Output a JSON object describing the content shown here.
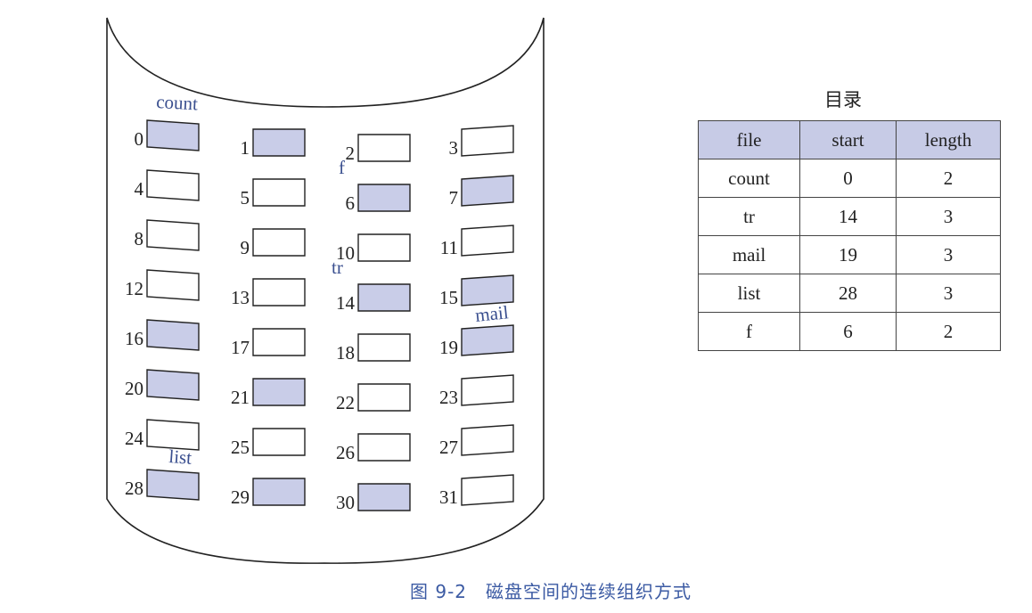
{
  "colors": {
    "allocated": "#c9cde8",
    "free": "#ffffff",
    "stroke": "#222222",
    "label": "#3a4f8f",
    "caption": "#3b5aa3"
  },
  "blocks": [
    {
      "n": "0",
      "allocated": true
    },
    {
      "n": "1",
      "allocated": true
    },
    {
      "n": "2",
      "allocated": false
    },
    {
      "n": "3",
      "allocated": false
    },
    {
      "n": "4",
      "allocated": false
    },
    {
      "n": "5",
      "allocated": false
    },
    {
      "n": "6",
      "allocated": true
    },
    {
      "n": "7",
      "allocated": true
    },
    {
      "n": "8",
      "allocated": false
    },
    {
      "n": "9",
      "allocated": false
    },
    {
      "n": "10",
      "allocated": false
    },
    {
      "n": "11",
      "allocated": false
    },
    {
      "n": "12",
      "allocated": false
    },
    {
      "n": "13",
      "allocated": false
    },
    {
      "n": "14",
      "allocated": true
    },
    {
      "n": "15",
      "allocated": true
    },
    {
      "n": "16",
      "allocated": true
    },
    {
      "n": "17",
      "allocated": false
    },
    {
      "n": "18",
      "allocated": false
    },
    {
      "n": "19",
      "allocated": true
    },
    {
      "n": "20",
      "allocated": true
    },
    {
      "n": "21",
      "allocated": true
    },
    {
      "n": "22",
      "allocated": false
    },
    {
      "n": "23",
      "allocated": false
    },
    {
      "n": "24",
      "allocated": false
    },
    {
      "n": "25",
      "allocated": false
    },
    {
      "n": "26",
      "allocated": false
    },
    {
      "n": "27",
      "allocated": false
    },
    {
      "n": "28",
      "allocated": true
    },
    {
      "n": "29",
      "allocated": true
    },
    {
      "n": "30",
      "allocated": true
    },
    {
      "n": "31",
      "allocated": false
    }
  ],
  "file_labels": [
    {
      "text": "count",
      "block": 0
    },
    {
      "text": "f",
      "block": 6
    },
    {
      "text": "tr",
      "block": 14
    },
    {
      "text": "mail",
      "block": 19
    },
    {
      "text": "list",
      "block": 28
    }
  ],
  "directory": {
    "title": "目录",
    "headers": [
      "file",
      "start",
      "length"
    ],
    "rows": [
      [
        "count",
        "0",
        "2"
      ],
      [
        "tr",
        "14",
        "3"
      ],
      [
        "mail",
        "19",
        "3"
      ],
      [
        "list",
        "28",
        "3"
      ],
      [
        "f",
        "6",
        "2"
      ]
    ]
  },
  "caption": "图 9-2　磁盘空间的连续组织方式"
}
